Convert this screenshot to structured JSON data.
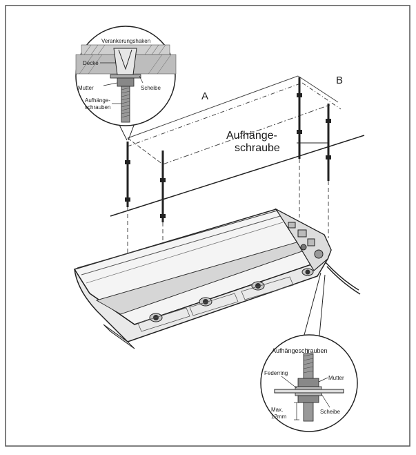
{
  "diagram": {
    "labels": {
      "dimension_a": "A",
      "dimension_b": "B",
      "suspension_bolt": "Aufhänge-",
      "suspension_bolt_line2": "schraube"
    },
    "detail_top": {
      "anchor_hook": "Verankerungshaken",
      "ceiling": "Decke",
      "nut": "Mutter",
      "washer": "Scheibe",
      "bolts_line1": "Aufhänge-",
      "bolts_line2": "schrauben"
    },
    "detail_bottom": {
      "bolts": "Aufhängeschrauben",
      "spring_washer": "Federring",
      "nut": "Mutter",
      "max_line1": "Max.",
      "max_line2": "12mm",
      "washer": "Scheibe"
    }
  }
}
